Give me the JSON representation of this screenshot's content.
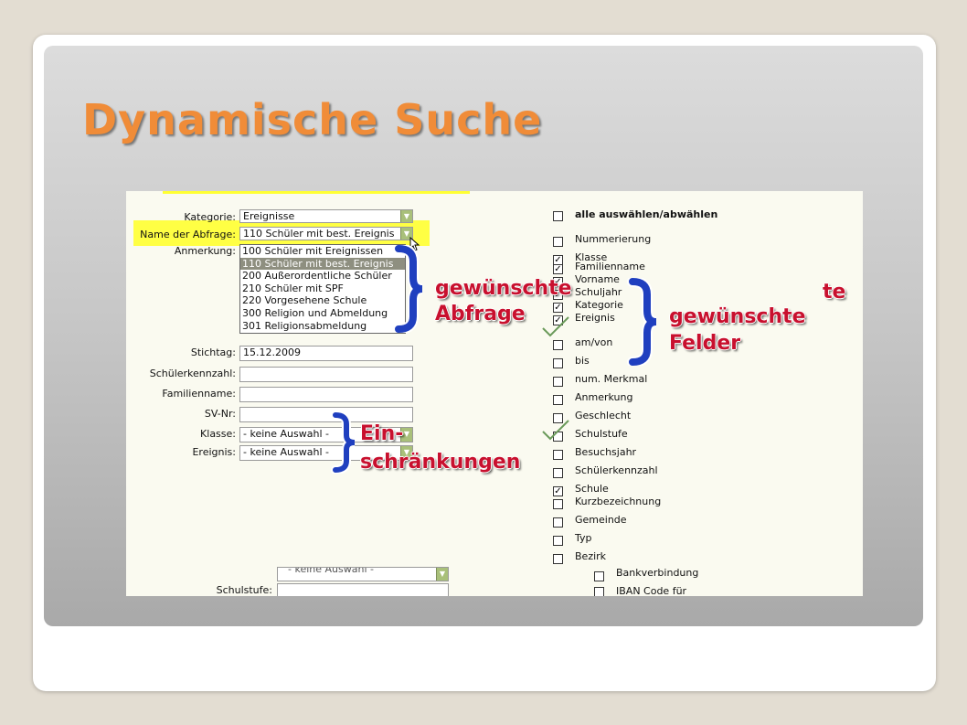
{
  "slide": {
    "title": "Dynamische Suche"
  },
  "form": {
    "kategorie": {
      "label": "Kategorie:",
      "value": "Ereignisse"
    },
    "abfrage": {
      "label": "Name der Abfrage:",
      "value": "110 Schüler mit best. Ereignis"
    },
    "anmerkung_label": "Anmerkung:",
    "options": [
      "100 Schüler mit Ereignissen",
      "110 Schüler mit best. Ereignis",
      "200 Außerordentliche Schüler",
      "210 Schüler mit SPF",
      "220 Vorgesehene Schule",
      "300 Religion und Abmeldung",
      "301 Religionsabmeldung"
    ],
    "selected_index": 1,
    "stichtag": {
      "label": "Stichtag:",
      "value": "15.12.2009"
    },
    "schuelerkennzahl_label": "Schülerkennzahl:",
    "familienname_label": "Familienname:",
    "svnr_label": "SV-Nr:",
    "klasse": {
      "label": "Klasse:",
      "value": "- keine Auswahl -"
    },
    "ereignis": {
      "label": "Ereignis:",
      "value": "- keine Auswahl -"
    },
    "hidden_row_value": "- keine Auswahl -",
    "schulstufe_label": "Schulstufe:"
  },
  "fields": {
    "select_all_label": "alle auswählen/abwählen",
    "items": [
      {
        "label": "Nummerierung",
        "checked": false
      },
      {
        "label": "Klasse",
        "checked": true
      },
      {
        "label": "Familienname",
        "checked": true
      },
      {
        "label": "Vorname",
        "checked": true
      },
      {
        "label": "Schuljahr",
        "checked": true
      },
      {
        "label": "Kategorie",
        "checked": true
      },
      {
        "label": "Ereignis",
        "checked": true
      },
      {
        "label": "am/von",
        "checked": false
      },
      {
        "label": "bis",
        "checked": false
      },
      {
        "label": "num. Merkmal",
        "checked": false
      },
      {
        "label": "Anmerkung",
        "checked": false
      },
      {
        "label": "Geschlecht",
        "checked": false
      },
      {
        "label": "Schulstufe",
        "checked": false
      },
      {
        "label": "Besuchsjahr",
        "checked": false
      },
      {
        "label": "Schülerkennzahl",
        "checked": false
      },
      {
        "label": "Schule",
        "checked": true
      },
      {
        "label": "Kurzbezeichnung",
        "checked": false
      },
      {
        "label": "Gemeinde",
        "checked": false
      },
      {
        "label": "Typ",
        "checked": false
      },
      {
        "label": "Bezirk",
        "checked": false
      }
    ],
    "cutoff_1": "Bankverbindung",
    "cutoff_2": "IBAN  Code für"
  },
  "annotations": {
    "abfrage_line1": "gewünschte",
    "abfrage_line2": "Abfrage",
    "felder_line1": "gewünschte",
    "felder_line2": "Felder",
    "hidden_fragment": "te",
    "einschr_line1": "Ein-",
    "einschr_line2": "schränkungen"
  },
  "colors": {
    "title": "#f08c38",
    "annotation": "#c8102e",
    "brace": "#1f3fbf",
    "highlight": "#ffff44"
  }
}
